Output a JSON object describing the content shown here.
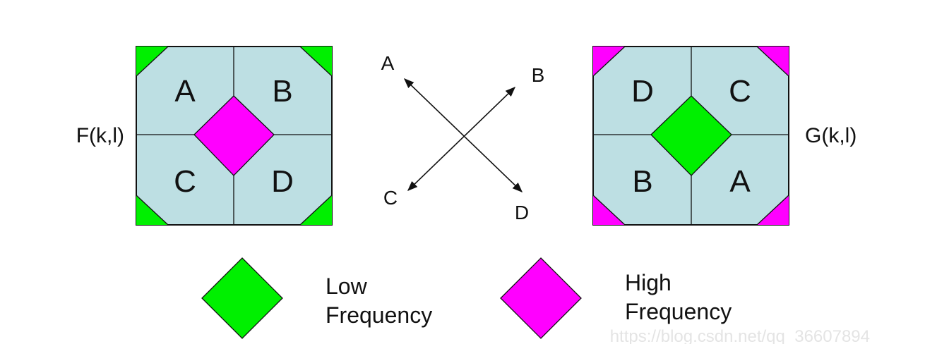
{
  "left_block": {
    "label": "F(k,l)",
    "quadrants": {
      "top_left": "A",
      "top_right": "B",
      "bottom_left": "C",
      "bottom_right": "D"
    }
  },
  "right_block": {
    "label": "G(k,l)",
    "quadrants": {
      "top_left": "D",
      "top_right": "C",
      "bottom_left": "B",
      "bottom_right": "A"
    }
  },
  "swap_arrows": {
    "top_left": "A",
    "top_right": "B",
    "bottom_left": "C",
    "bottom_right": "D"
  },
  "legend": {
    "low_line1": "Low",
    "low_line2": "Frequency",
    "high_line1": "High",
    "high_line2": "Frequency"
  },
  "watermark": "https://blog.csdn.net/qq_36607894",
  "colors": {
    "panel": "#bddfe3",
    "low_frequency": "#00f000",
    "high_frequency": "#ff00ff",
    "line": "#111111"
  }
}
